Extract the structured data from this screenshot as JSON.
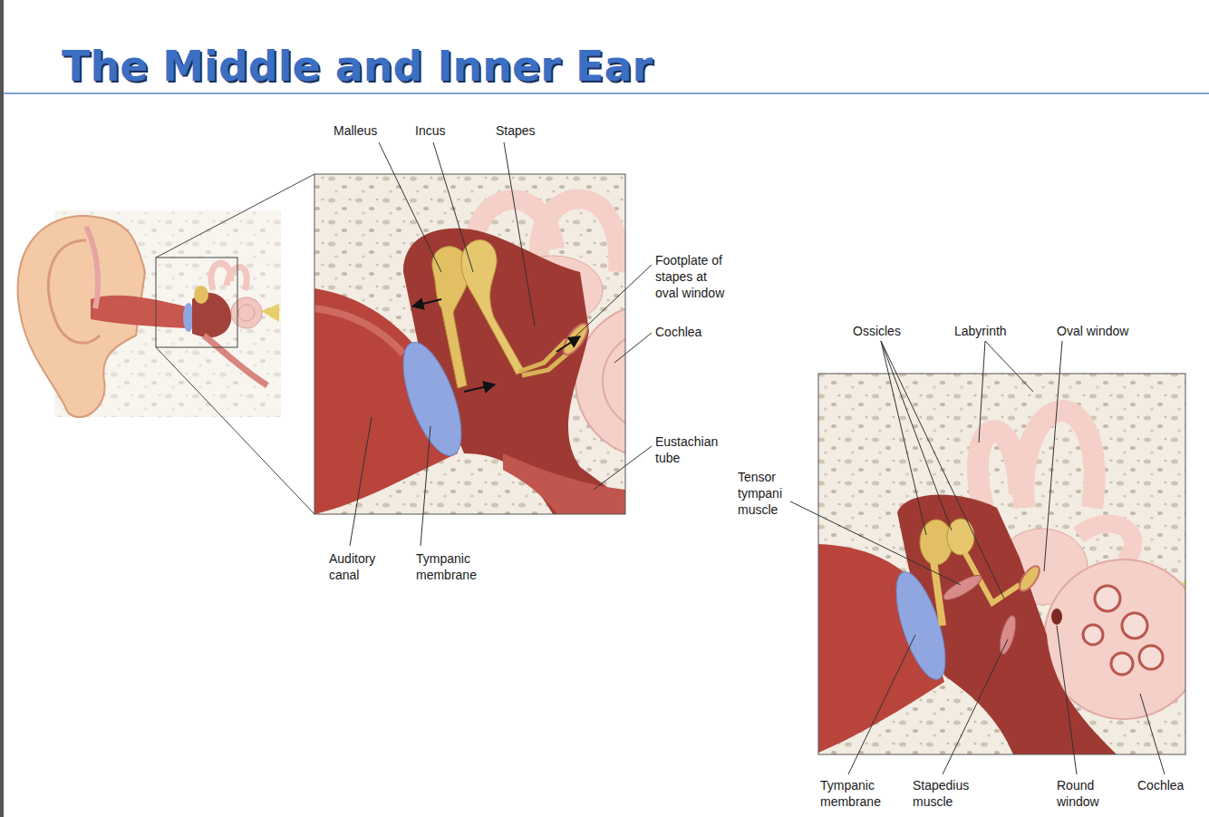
{
  "diagram": {
    "title": "The Middle and Inner Ear",
    "labels": [
      "Malleus",
      "Incus",
      "Stapes",
      "Footplate of stapes at oval window",
      "Cochlea",
      "Eustachian tube",
      "Auditory canal",
      "Tympanic membrane",
      "Ossicles",
      "Labyrinth",
      "Oval window",
      "Tensor tympani muscle",
      "Tympanic membrane",
      "Stapedius muscle",
      "Round window",
      "Cochlea"
    ]
  }
}
